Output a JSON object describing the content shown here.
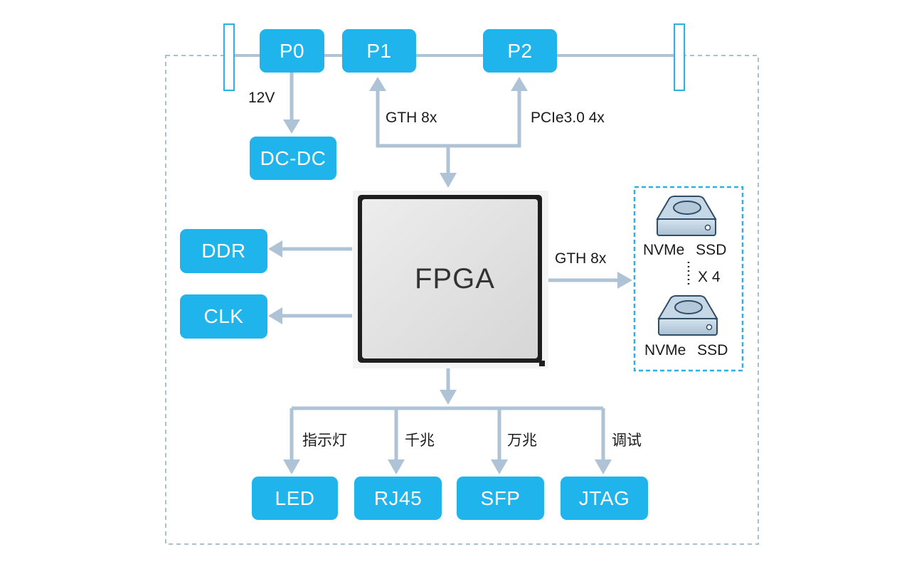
{
  "colors": {
    "box": "#1fb4ec",
    "line": "#aec3d6",
    "dashed_border": "#a9bfd2",
    "ssd_group_border": "#2ab2e6",
    "chip_fill": "#e2e2e2"
  },
  "bus": {
    "p0": "P0",
    "p1": "P1",
    "p2": "P2"
  },
  "power": {
    "voltage_label": "12V",
    "converter": "DC-DC"
  },
  "links": {
    "p1_link": "GTH 8x",
    "p2_link": "PCIe3.0 4x",
    "ssd_link": "GTH 8x"
  },
  "fpga": {
    "label": "FPGA"
  },
  "left_blocks": {
    "ddr": "DDR",
    "clk": "CLK"
  },
  "ssd_group": {
    "top_label": "NVMe SSD",
    "bottom_label": "NVMe SSD",
    "multiplier": "X 4",
    "icon": "hard-drive-icon"
  },
  "bottom": {
    "led_label": "指示灯",
    "rj45_label": "千兆",
    "sfp_label": "万兆",
    "jtag_label": "调试",
    "led": "LED",
    "rj45": "RJ45",
    "sfp": "SFP",
    "jtag": "JTAG"
  }
}
